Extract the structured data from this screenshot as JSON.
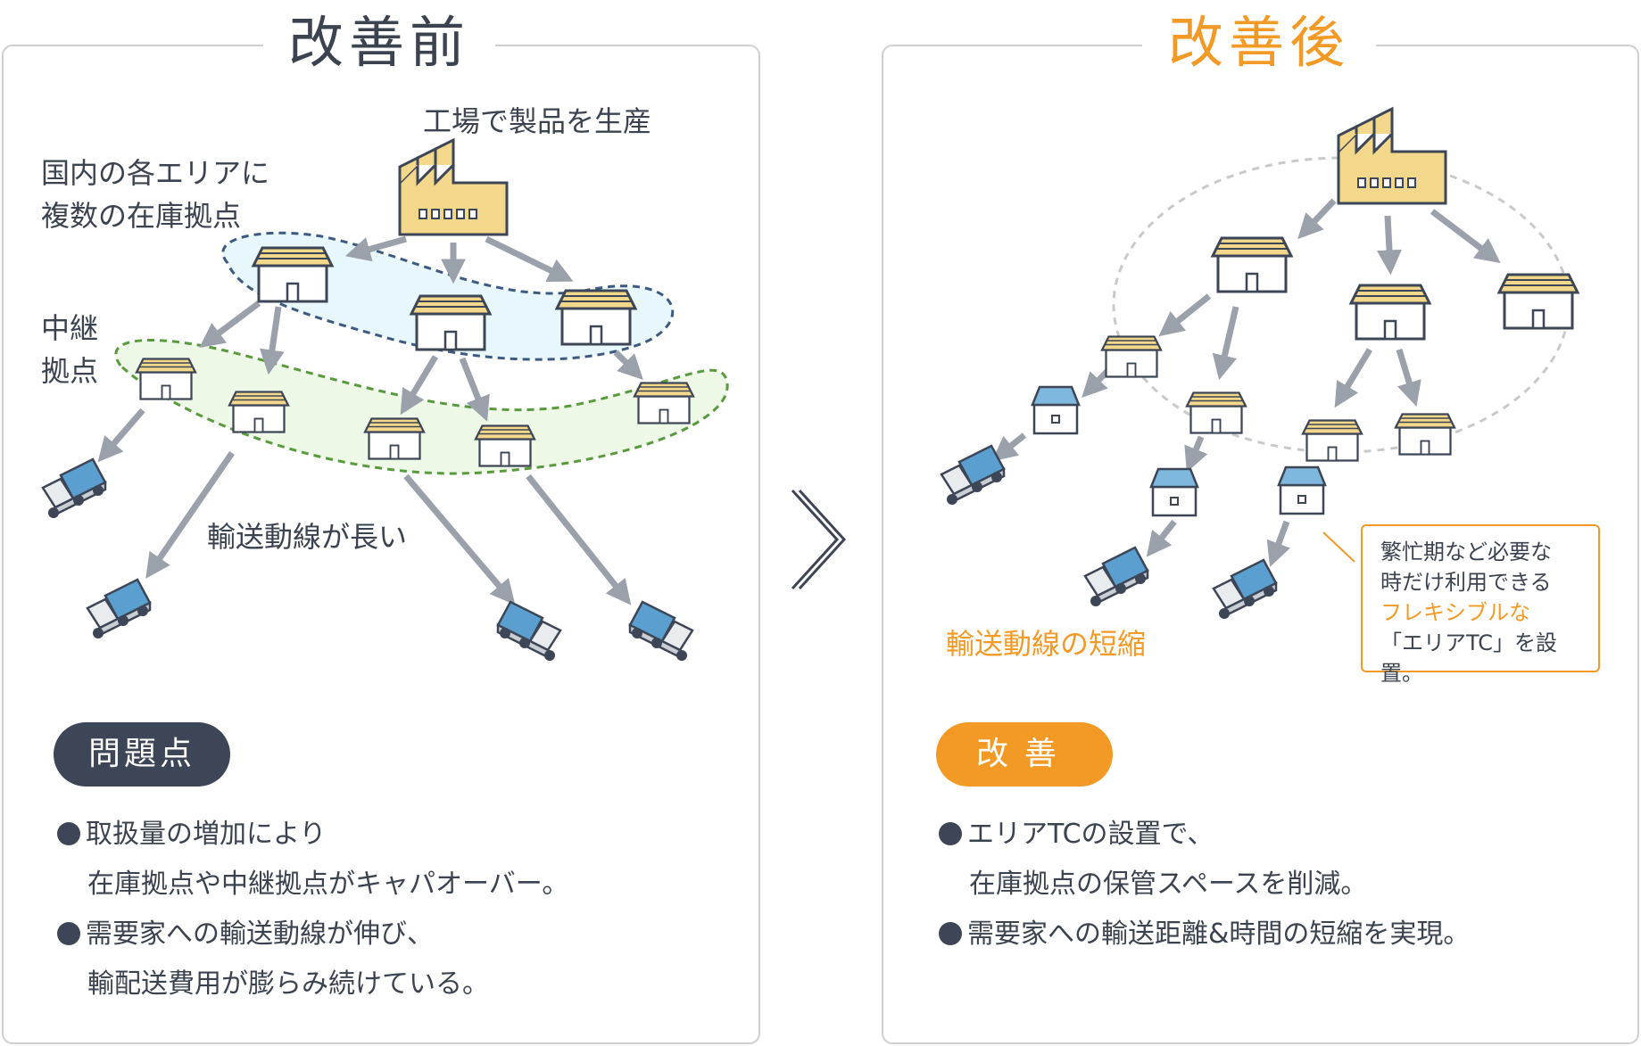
{
  "before": {
    "title": "改善前",
    "factory_label": "工場で製品を生産",
    "region_label_1": "国内の各エリアに",
    "region_label_2": "複数の在庫拠点",
    "relay_label_1": "中継",
    "relay_label_2": "拠点",
    "route_label": "輸送動線が長い",
    "badge": "問題点",
    "bullets": [
      {
        "line1": "取扱量の増加により",
        "line2": "在庫拠点や中継拠点がキャパオーバー。"
      },
      {
        "line1": "需要家への輸送動線が伸び、",
        "line2": "輸配送費用が膨らみ続けている。"
      }
    ]
  },
  "after": {
    "title": "改善後",
    "route_label": "輸送動線の短縮",
    "note_line1": "繁忙期など必要な",
    "note_line2": "時だけ利用できる",
    "note_line3": "フレキシブルな",
    "note_line4": "「エリアTC」を設置。",
    "badge": "改善",
    "bullets": [
      {
        "line1": "エリアTCの設置で、",
        "line2": "在庫拠点の保管スペースを削減。"
      },
      {
        "line1": "需要家への輸送距離&時間の短縮を実現。"
      }
    ]
  },
  "colors": {
    "orange": "#f39a26",
    "dark": "#3d4656",
    "warehouse_roof": "#f3d78a",
    "tc_roof": "#7fb8df",
    "truck": "#5b9fd0",
    "arrow": "#9aa1ab",
    "blue_zone": "#e8f7fb",
    "green_zone": "#eef8e6"
  }
}
